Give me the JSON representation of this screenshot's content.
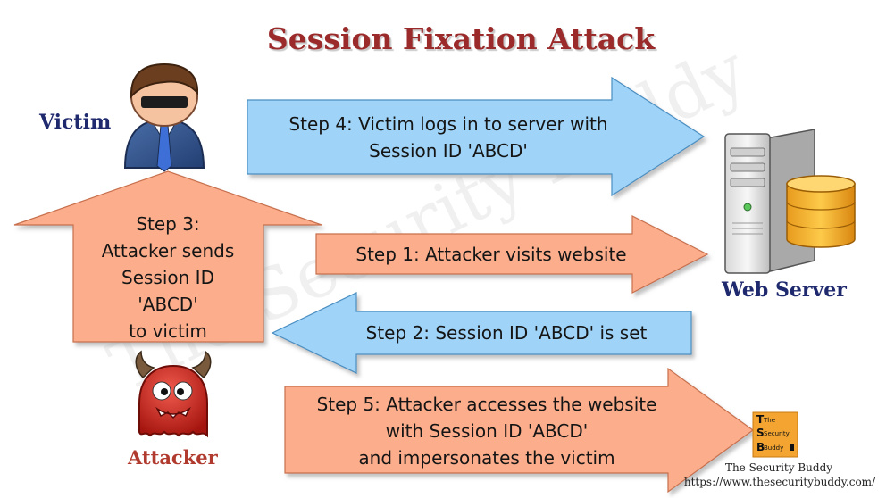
{
  "title": "Session Fixation Attack",
  "actors": {
    "victim": "Victim",
    "attacker": "Attacker",
    "server": "Web Server"
  },
  "steps": {
    "step4": [
      "Step 4: Victim logs in to server with",
      "Session ID 'ABCD'"
    ],
    "step1": [
      "Step 1: Attacker visits website"
    ],
    "step2": [
      "Step 2: Session ID 'ABCD' is set"
    ],
    "step3": [
      "Step 3:",
      "Attacker sends",
      "Session ID",
      "'ABCD'",
      "to victim"
    ],
    "step5": [
      "Step 5: Attacker accesses the website",
      "with Session ID 'ABCD'",
      "and impersonates the victim"
    ]
  },
  "watermark": "The Security Buddy",
  "brand": {
    "name": "The Security Buddy",
    "url": "https://www.thesecuritybuddy.com/",
    "logo_letters": [
      "The",
      "Security",
      "Buddy"
    ]
  },
  "colors": {
    "blue_arrow": "#9fd3f7",
    "salmon_arrow": "#fcae8c",
    "title": "#9b2b2b",
    "label_blue": "#1f2a6e",
    "label_red": "#b13a2e"
  }
}
